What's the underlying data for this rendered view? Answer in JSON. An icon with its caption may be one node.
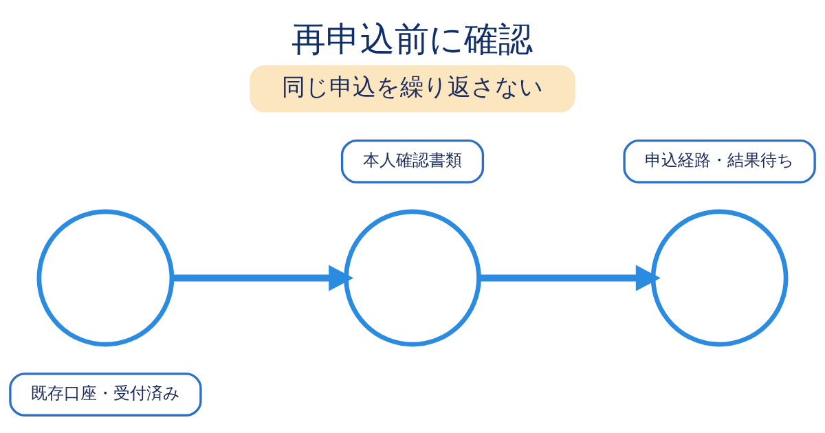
{
  "diagram": {
    "title": "再申込前に確認",
    "nodes": [
      {
        "text": [
          "同じ申込を繰り返さない"
        ]
      },
      {
        "text": [],
        "shape": "circle"
      },
      {
        "text": [
          "既存口座・受付済み"
        ]
      },
      {
        "text": [],
        "shape": "circle"
      },
      {
        "text": [
          "本人確認書類"
        ]
      },
      {
        "text": [],
        "shape": "circle"
      },
      {
        "text": [
          "申込経路・結果待ち"
        ]
      }
    ],
    "edges": [
      {
        "from": 1,
        "to": 3,
        "arrow": "to"
      },
      {
        "from": 3,
        "to": 5,
        "arrow": "to"
      }
    ]
  }
}
